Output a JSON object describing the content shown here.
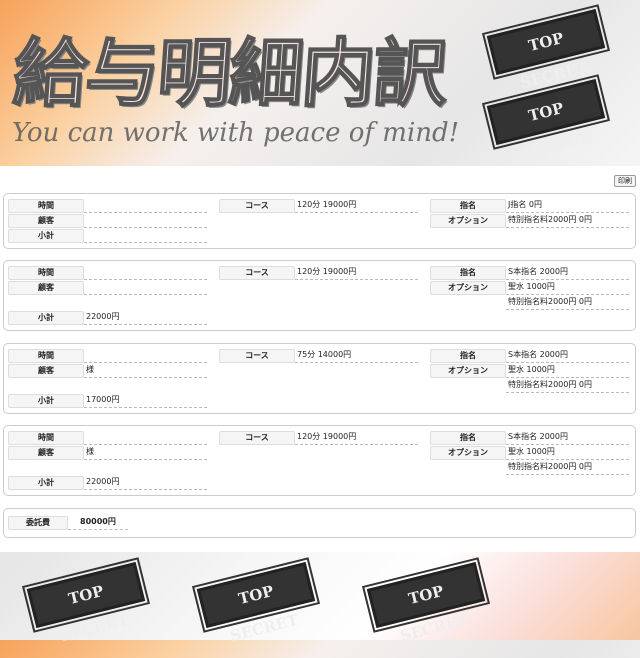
{
  "title": "給与明細内訳",
  "print_label": "印刷",
  "watermark": "You can work with peace of mind!",
  "stamp_text": "TOP SECRET",
  "labels": {
    "time": "時間",
    "customer": "顧客",
    "subtotal": "小計",
    "course": "コース",
    "nomination": "指名",
    "option": "オプション"
  },
  "cards": [
    {
      "subtotal": "",
      "customer": "",
      "course": "120分 19000円",
      "nomination": "J指名 0円",
      "options": [
        "特別指名料2000円 0円"
      ]
    },
    {
      "subtotal": "22000円",
      "customer": "",
      "course": "120分 19000円",
      "nomination": "S本指名 2000円",
      "options": [
        "聖水 1000円",
        "特別指名料2000円 0円"
      ]
    },
    {
      "subtotal": "17000円",
      "customer": "様",
      "course": "75分 14000円",
      "nomination": "S本指名 2000円",
      "options": [
        "聖水 1000円",
        "特別指名料2000円 0円"
      ]
    },
    {
      "subtotal": "22000円",
      "customer": "様",
      "course": "120分 19000円",
      "nomination": "S本指名 2000円",
      "options": [
        "聖水 1000円",
        "特別指名料2000円 0円"
      ]
    }
  ],
  "total": {
    "label": "委託費",
    "value": "80000円"
  }
}
